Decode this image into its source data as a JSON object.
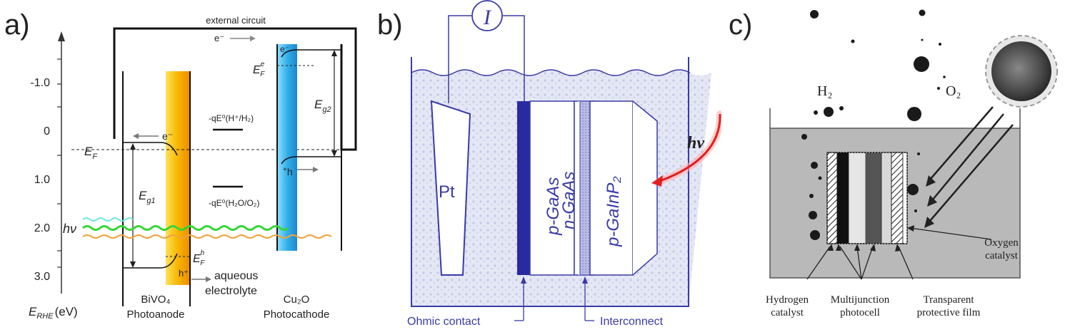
{
  "panel_a": {
    "label": "a)",
    "circuit_label": "external circuit",
    "electron": "e⁻",
    "e_top": "e⁻",
    "hole": "h",
    "hole_plus": "+",
    "ticks": [
      "-1.0",
      "0",
      "1.0",
      "2.0",
      "3.0"
    ],
    "axis_label_main": "E",
    "axis_label_sub": "RHE",
    "axis_label_unit": "(eV)",
    "ef_left": "E",
    "ef_left_sub": "F",
    "ef_right": "E",
    "ef_right_sub": "F",
    "ef_right_sup": "e",
    "efh": "E",
    "efh_sub": "F",
    "efh_sup": "h",
    "eg1": "E",
    "eg1_sub": "g1",
    "eg2": "E",
    "eg2_sub": "g2",
    "h2_label": "-qE⁰(H⁺/H₂)",
    "o2_label": "-qE⁰(H₂O/O₂)",
    "hv": "hν",
    "h_plus_bottom": "h⁺",
    "electrolyte_1": "aqueous",
    "electrolyte_2": "electrolyte",
    "left_name_1": "BiVO₄",
    "left_name_2": "Photoanode",
    "right_name_1": "Cu₂O",
    "right_name_2": "Photocathode",
    "colors": {
      "bivo4": "#f5b800",
      "cu2o": "#36aee6",
      "wave_green": "#33d633",
      "wave_cyan": "#6ee8e0",
      "wave_orange": "#f2a23a"
    }
  },
  "panel_b": {
    "label": "b)",
    "meter": "I",
    "pt": "Pt",
    "layer1": "p-GaAs",
    "layer2": "n-GaAs",
    "layer3": "p-GaInP₂",
    "hv": "hν",
    "ohmic": "Ohmic contact",
    "interconnect": "Interconnect",
    "colors": {
      "line": "#3a3aa6",
      "water": "#d8dcf0",
      "arrow": "#e02020"
    }
  },
  "panel_c": {
    "label": "c)",
    "h2": "H₂",
    "o2": "O₂",
    "oxygen_1": "Oxygen",
    "oxygen_2": "catalyst",
    "hydrogen_1": "Hydrogen",
    "hydrogen_2": "catalyst",
    "multi_1": "Multijunction",
    "multi_2": "photocell",
    "trans_1": "Transparent",
    "trans_2": "protective film",
    "colors": {
      "tank": "#b9b9b9"
    }
  }
}
